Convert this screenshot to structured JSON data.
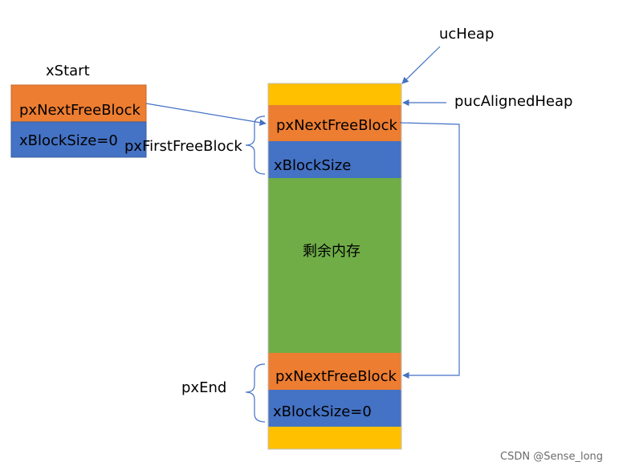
{
  "labels": {
    "xstart": "xStart",
    "ucheap": "ucHeap",
    "pucalignedheap": "pucAlignedHeap",
    "pxfirstfreeblock": "pxFirstFreeBlock",
    "pxend": "pxEnd"
  },
  "xstart_block": {
    "next": "pxNextFreeBlock",
    "size": "xBlockSize=0"
  },
  "heap": {
    "first_next": "pxNextFreeBlock",
    "first_size": "xBlockSize",
    "remaining": "剩余内存",
    "end_next": "pxNextFreeBlock",
    "end_size": "xBlockSize=0"
  },
  "watermark": "CSDN @Sense_long",
  "colors": {
    "orange": "#ED7D31",
    "blue": "#4472C4",
    "green": "#70AD47",
    "yellow": "#FFC000",
    "arrow": "#4472C4"
  }
}
